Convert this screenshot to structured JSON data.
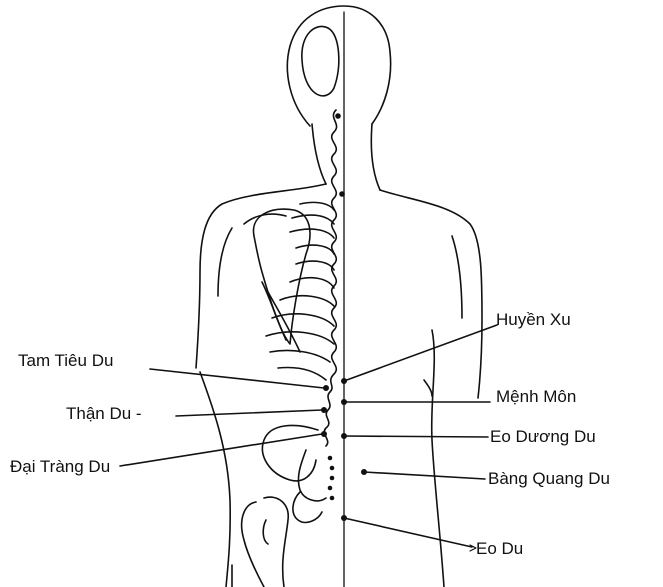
{
  "labels": {
    "huyen_xu": "Huyền Xu",
    "tam_tieu_du": "Tam Tiêu Du",
    "menh_mon": "Mệnh Môn",
    "than_du": "Thận Du -",
    "eo_duong_du": "Eo Dương Du",
    "dai_trang_du": "Đại Tràng Du",
    "bang_quang_du": "Bàng Quang Du",
    "eo_du": "Eo Du"
  }
}
